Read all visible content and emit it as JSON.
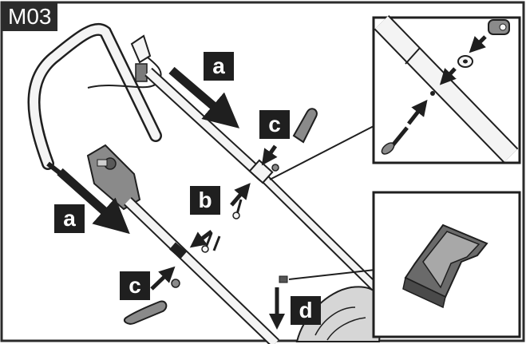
{
  "step": {
    "code": "M03"
  },
  "labels": {
    "a": "a",
    "b": "b",
    "c": "c",
    "d": "d"
  },
  "colors": {
    "ink": "#1f1f1f",
    "frame": "#2b2b2b",
    "handle_fill": "#f4f4f4",
    "part_gray": "#7a7a7a",
    "clip_dark": "#555555"
  },
  "icons": [
    "arrow-icon",
    "bolt-icon",
    "washer-icon",
    "knob-icon",
    "cable-clip-icon"
  ]
}
